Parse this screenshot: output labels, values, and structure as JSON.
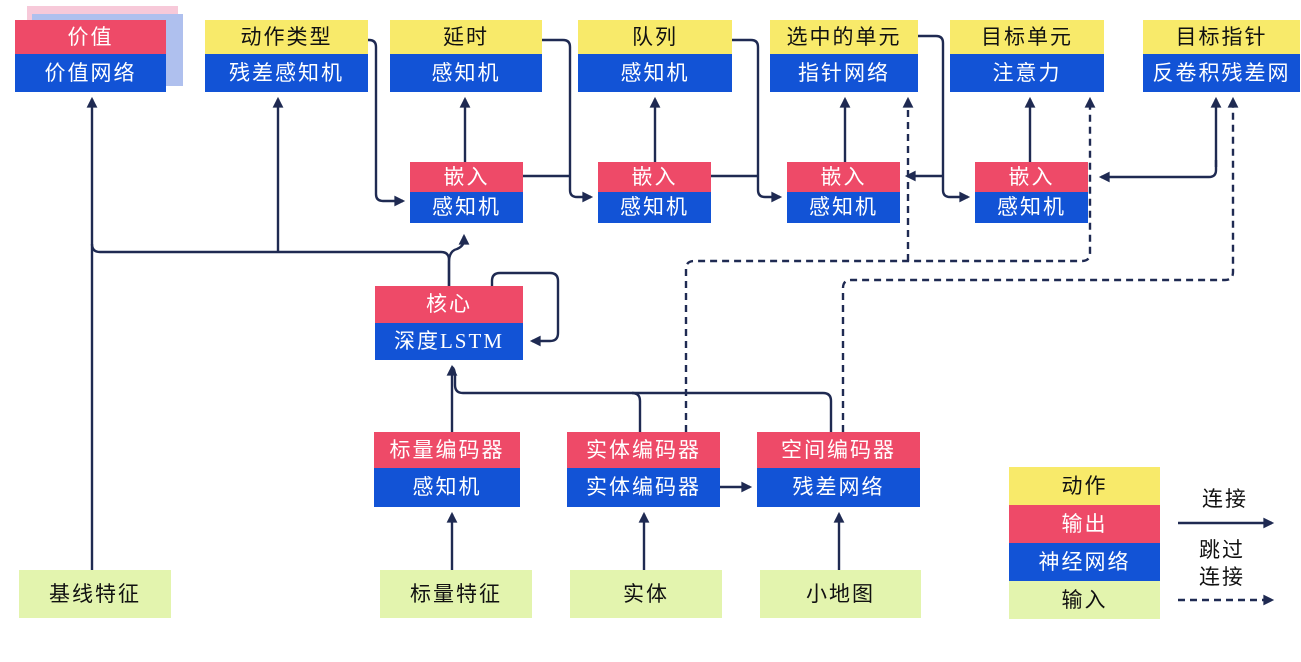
{
  "colors": {
    "action_yellow": "#F8EA6A",
    "output_red": "#EE4A68",
    "network_blue": "#1253D6",
    "input_green": "#E3F4AE",
    "connector_navy": "#1F2A52",
    "value_stack_shadow_pink": "#F7C9D9",
    "value_stack_shadow_blue": "#AFC0EE"
  },
  "diagram": {
    "heads": [
      {
        "top": "价值",
        "bottom": "价值网络"
      },
      {
        "top": "动作类型",
        "bottom": "残差感知机"
      },
      {
        "top": "延时",
        "bottom": "感知机"
      },
      {
        "top": "队列",
        "bottom": "感知机"
      },
      {
        "top": "选中的单元",
        "bottom": "指针网络"
      },
      {
        "top": "目标单元",
        "bottom": "注意力"
      },
      {
        "top": "目标指针",
        "bottom": "反卷积残差网"
      }
    ],
    "embeds": [
      {
        "top": "嵌入",
        "bottom": "感知机"
      },
      {
        "top": "嵌入",
        "bottom": "感知机"
      },
      {
        "top": "嵌入",
        "bottom": "感知机"
      },
      {
        "top": "嵌入",
        "bottom": "感知机"
      }
    ],
    "core": {
      "top": "核心",
      "bottom": "深度LSTM"
    },
    "encoders": [
      {
        "top": "标量编码器",
        "bottom": "感知机"
      },
      {
        "top": "实体编码器",
        "bottom": "实体编码器"
      },
      {
        "top": "空间编码器",
        "bottom": "残差网络"
      }
    ],
    "inputs": [
      "基线特征",
      "标量特征",
      "实体",
      "小地图"
    ],
    "legend": {
      "items": [
        {
          "label": "动作"
        },
        {
          "label": "输出"
        },
        {
          "label": "神经网络"
        },
        {
          "label": "输入"
        }
      ],
      "solid_label": "连接",
      "dashed_label_line1": "跳过",
      "dashed_label_line2": "连接"
    }
  }
}
